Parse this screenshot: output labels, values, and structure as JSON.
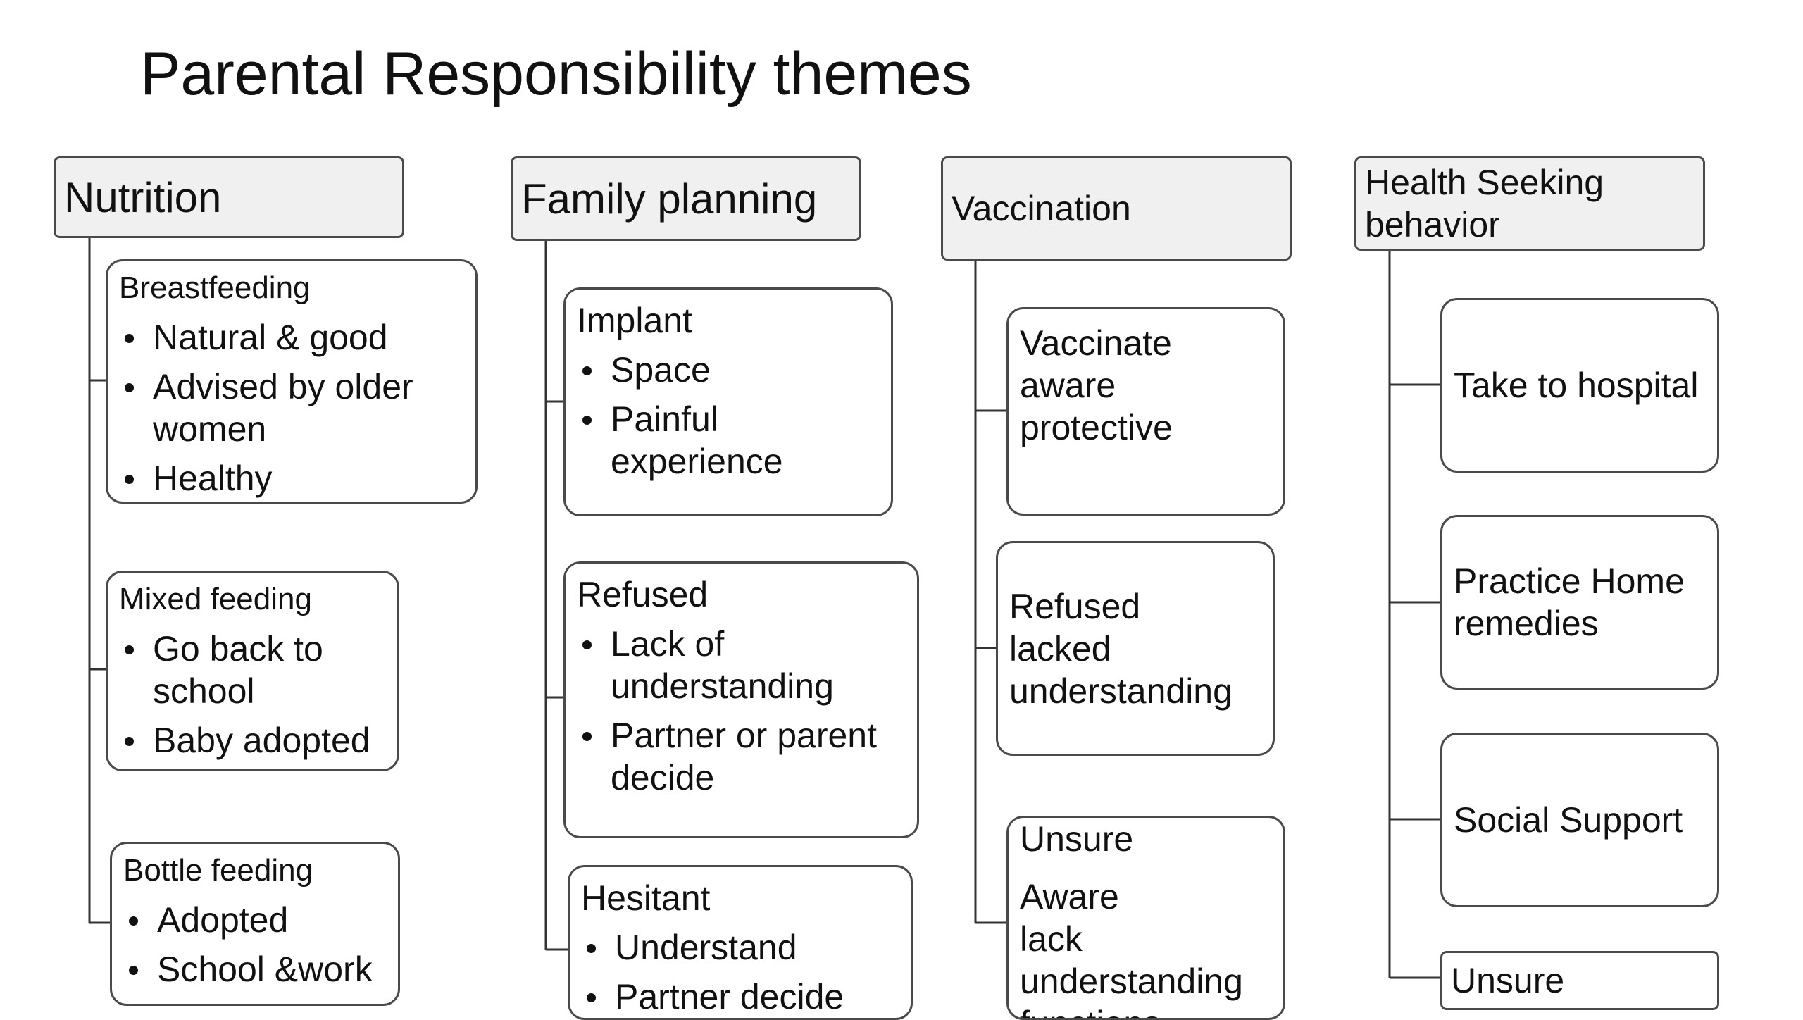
{
  "title": "Parental Responsibility themes",
  "nutrition": {
    "header": "Nutrition",
    "breastfeeding": {
      "heading": "Breastfeeding",
      "items": [
        "Natural & good",
        "Advised by older women",
        "Healthy"
      ]
    },
    "mixed_feeding": {
      "heading": "Mixed feeding",
      "items": [
        "Go back to school",
        "Baby adopted"
      ]
    },
    "bottle_feeding": {
      "heading": "Bottle feeding",
      "items": [
        "Adopted",
        "School &work"
      ]
    }
  },
  "family_planning": {
    "header": "Family planning",
    "implant": {
      "heading": "Implant",
      "items": [
        "Space",
        "Painful experience"
      ]
    },
    "refused": {
      "heading": "Refused",
      "items": [
        "Lack of understanding",
        "Partner or parent decide"
      ]
    },
    "hesitant": {
      "heading": "Hesitant",
      "items": [
        "Understand",
        "Partner decide"
      ]
    }
  },
  "vaccination": {
    "header": "Vaccination",
    "vaccinate": {
      "line1": "Vaccinate",
      "line2": "aware",
      "line3": "protective"
    },
    "refused": {
      "line1": "Refused",
      "line2": "lacked",
      "line3": "understanding"
    },
    "unsure": {
      "heading": "Unsure",
      "line1": "Aware",
      "line2": "lack",
      "line3": "understanding",
      "line4": "functions"
    }
  },
  "health_seeking": {
    "header_line1": "Health Seeking",
    "header_line2": "behavior",
    "take_to_hospital": "Take to hospital",
    "home_remedies_line1": "Practice Home",
    "home_remedies_line2": "remedies",
    "social_support": "Social Support",
    "unsure": "Unsure"
  },
  "colors": {
    "header_fill": "#f0f0f0",
    "border": "#4a4a4a",
    "connector": "#333333",
    "text": "#111111"
  }
}
